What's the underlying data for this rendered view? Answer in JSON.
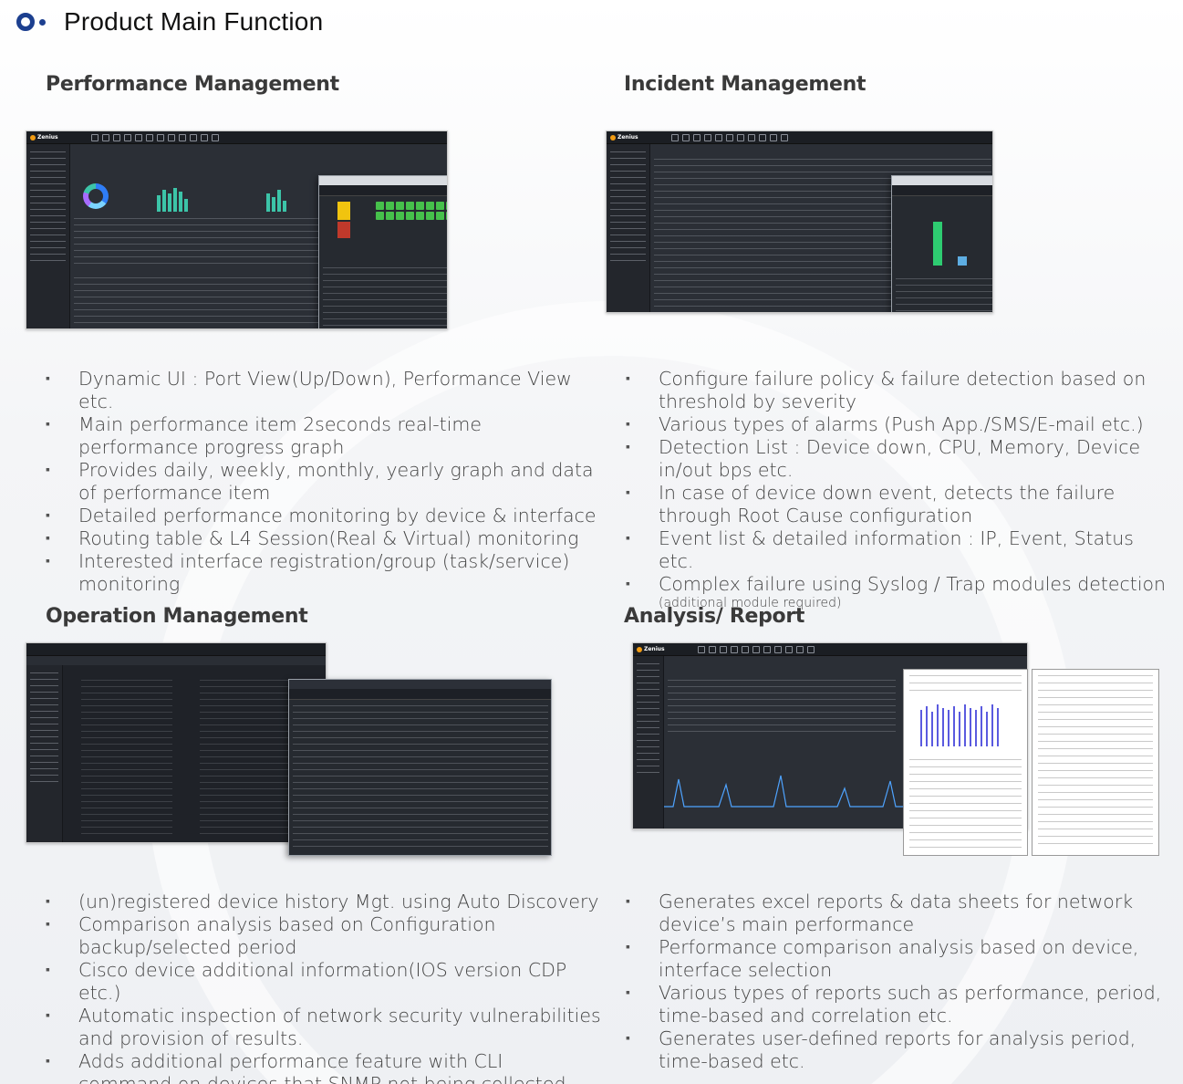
{
  "page": {
    "title": "Product Main Function",
    "accent_color": "#1c3f8f"
  },
  "sections": {
    "performance": {
      "title": "Performance Management",
      "bullets": [
        "Dynamic UI : Port View(Up/Down), Performance View etc.",
        "Main performance item 2seconds real-time performance progress graph",
        "Provides daily, weekly, monthly, yearly graph and data of performance item",
        "Detailed performance monitoring by device & interface",
        "Routing table & L4 Session(Real & Virtual) monitoring",
        "Interested interface registration/group (task/service) monitoring"
      ],
      "screenshot": {
        "logo": "Zenius"
      }
    },
    "incident": {
      "title": "Incident Management",
      "bullets": [
        "Configure failure policy & failure detection based on threshold by severity",
        "Various types of alarms (Push App./SMS/E-mail etc.)",
        "Detection List : Device down, CPU, Memory, Device in/out bps etc.",
        "In case of device down event, detects the failure through Root Cause configuration",
        "Event list & detailed information : IP, Event, Status etc.",
        "Complex failure using Syslog / Trap modules detection"
      ],
      "note": "(additional module required)",
      "screenshot": {
        "logo": "Zenius"
      }
    },
    "operation": {
      "title": "Operation Management",
      "bullets": [
        "(un)registered device history Mgt. using Auto Discovery",
        "Comparison analysis based on Configuration backup/selected period",
        "Cisco device additional information(IOS version CDP etc.)",
        "Automatic inspection of network security vulnerabilities and provision of results.",
        "Adds additional performance feature with CLI command on devices that SNMP not being collected"
      ]
    },
    "analysis": {
      "title": "Analysis/ Report",
      "bullets": [
        "Generates excel reports & data sheets for network device’s main performance",
        "Performance comparison analysis based on device, interface selection",
        "Various types of reports such as performance, period, time-based and correlation etc.",
        "Generates user-defined reports for analysis period, time-based etc."
      ],
      "screenshot": {
        "logo": "Zenius"
      }
    }
  }
}
